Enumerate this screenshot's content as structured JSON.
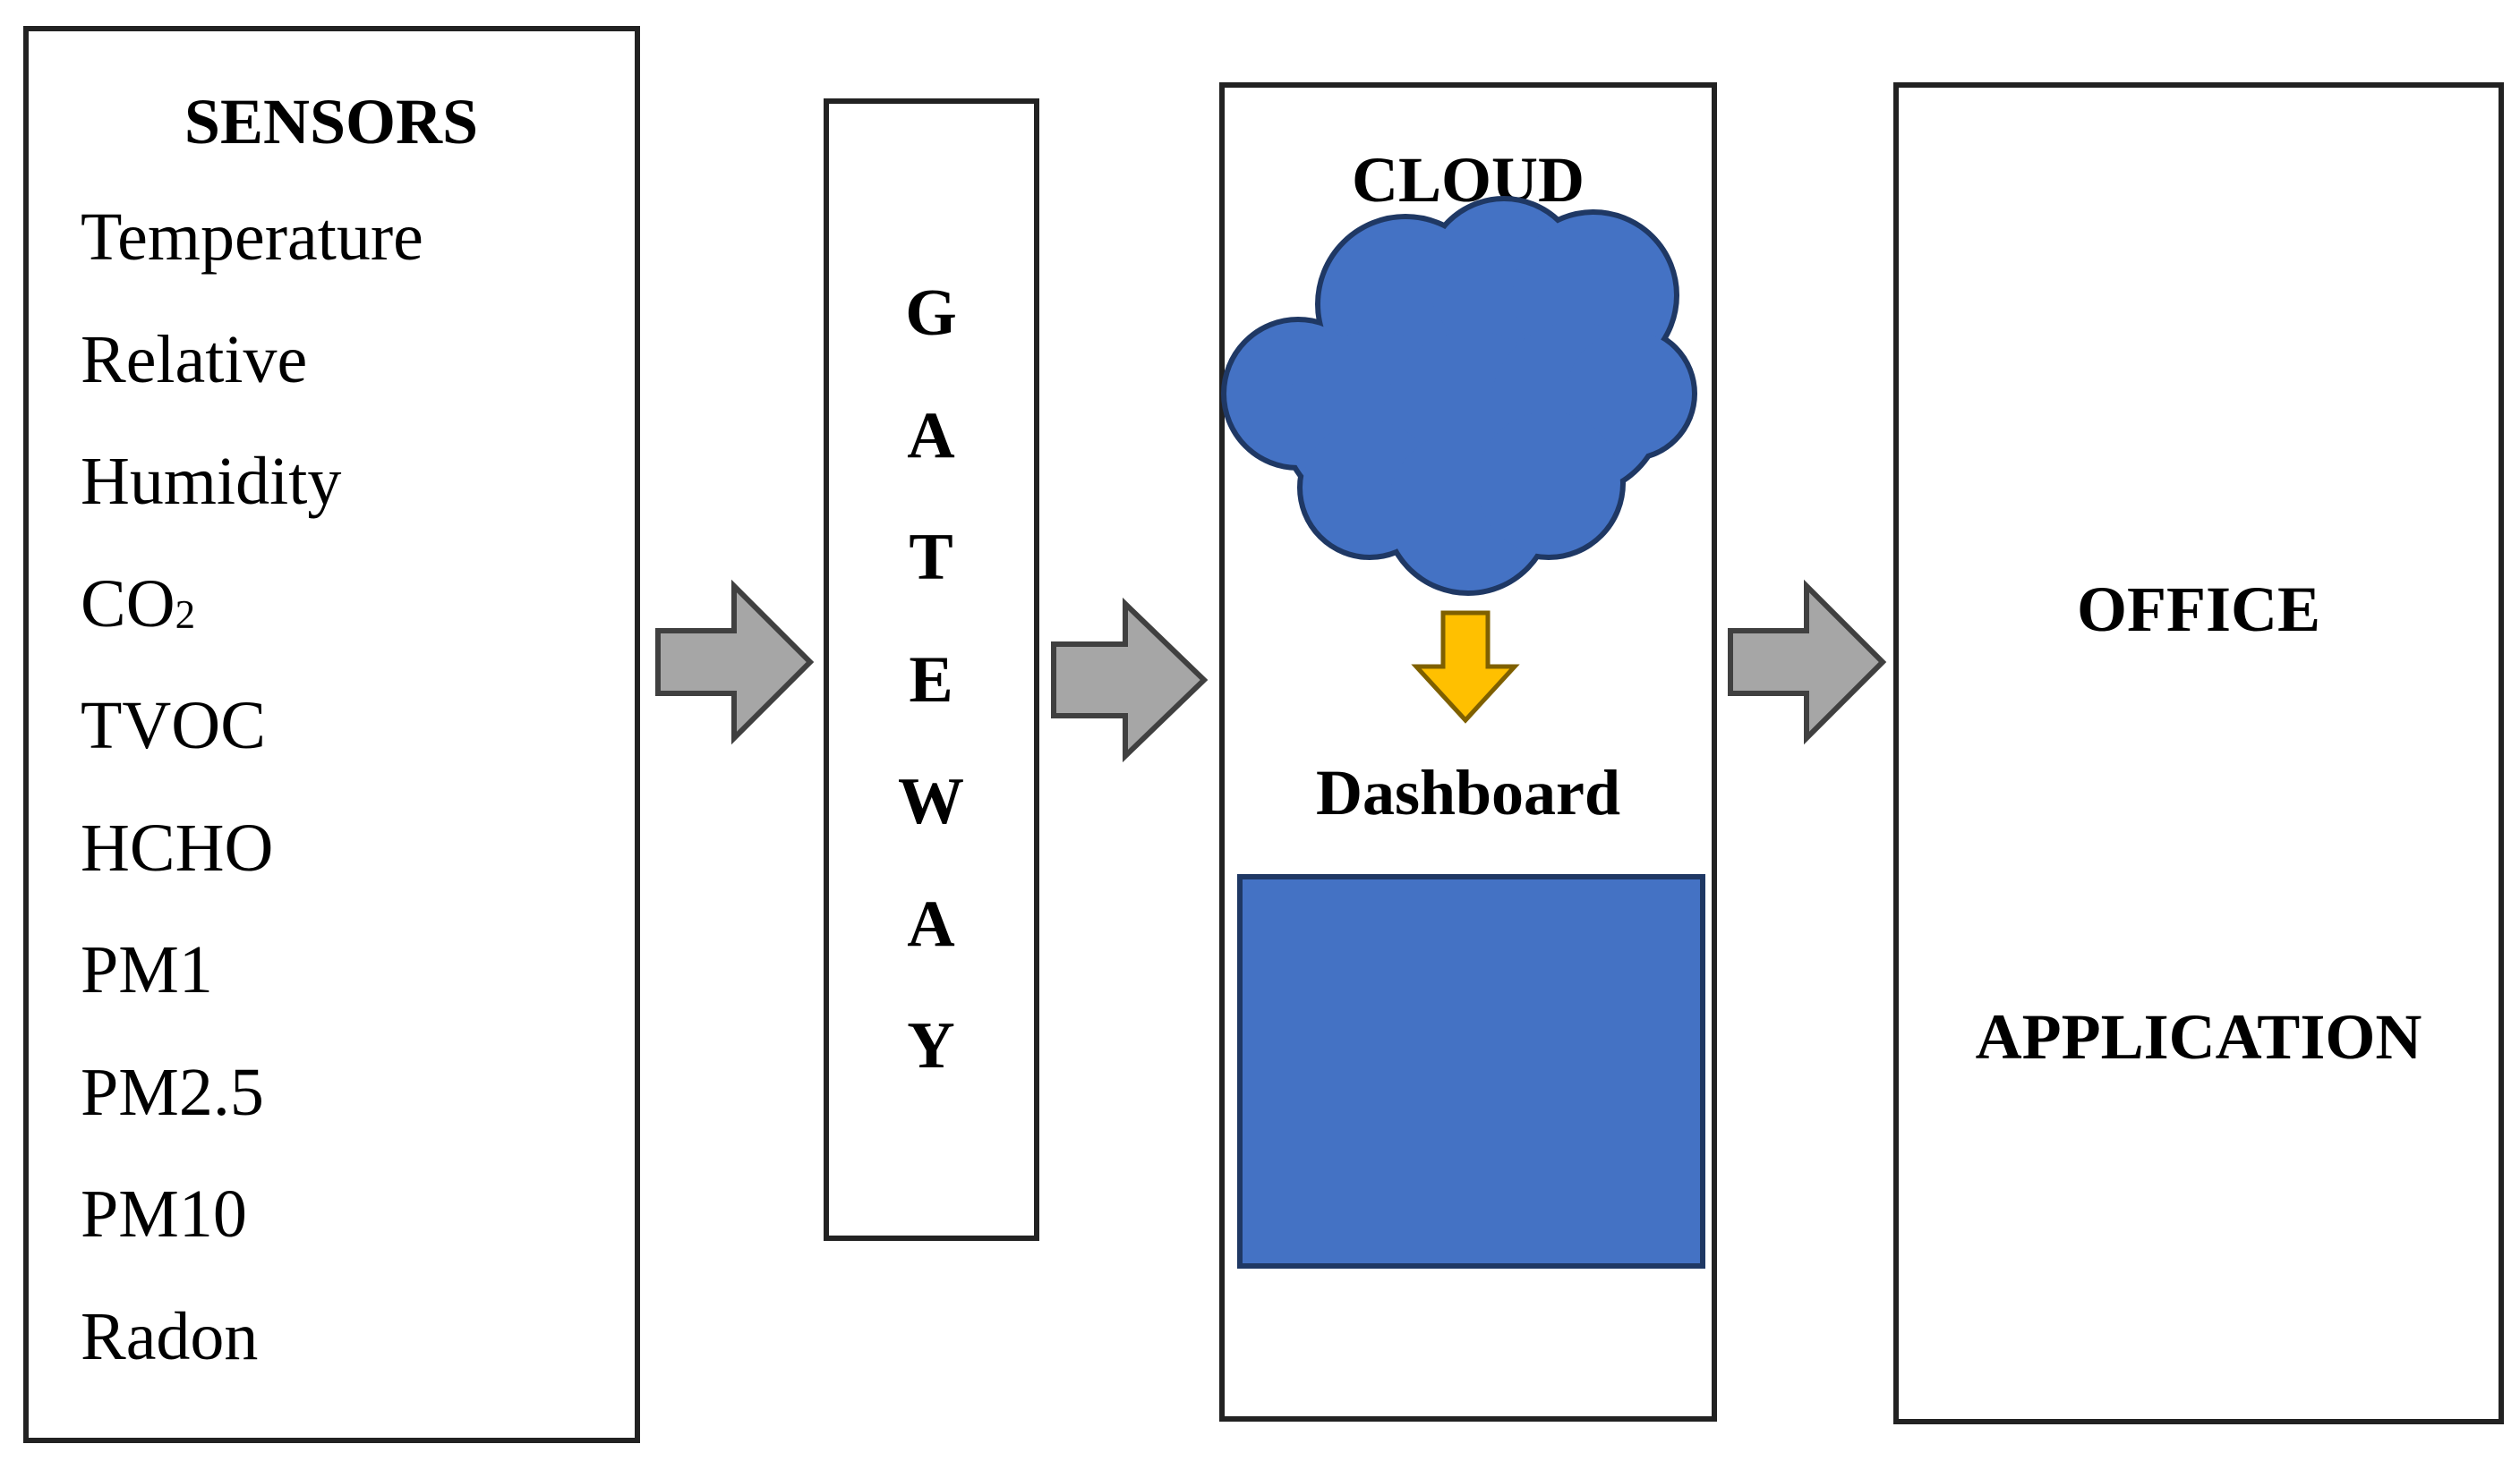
{
  "sensors": {
    "title": "SENSORS",
    "items": [
      {
        "text": "Temperature"
      },
      {
        "text": "Relative"
      },
      {
        "text": "Humidity"
      },
      {
        "text": "CO",
        "sub": "2"
      },
      {
        "text": "TVOC"
      },
      {
        "text": "HCHO"
      },
      {
        "text": "PM1"
      },
      {
        "text": "PM2.5"
      },
      {
        "text": "PM10"
      },
      {
        "text": "Radon"
      }
    ]
  },
  "gateway": {
    "letters": [
      "G",
      "A",
      "T",
      "E",
      "W",
      "A",
      "Y"
    ]
  },
  "cloud": {
    "title": "CLOUD",
    "dashboard_label": "Dashboard"
  },
  "office": {
    "title": "OFFICE",
    "application_label": "APPLICATION"
  },
  "colors": {
    "cloud_fill": "#4472C4",
    "cloud_stroke": "#1F3864",
    "dashboard_fill": "#4472C4",
    "dashboard_stroke": "#1F3864",
    "flow_arrow_fill": "#A6A6A6",
    "flow_arrow_stroke": "#404040",
    "down_arrow_fill": "#FFC000",
    "down_arrow_stroke": "#7F6000"
  },
  "icons": {
    "cloud": "cloud-icon",
    "flow_arrow": "right-arrow-icon",
    "down_arrow": "down-arrow-icon",
    "dashboard": "dashboard-screen"
  }
}
